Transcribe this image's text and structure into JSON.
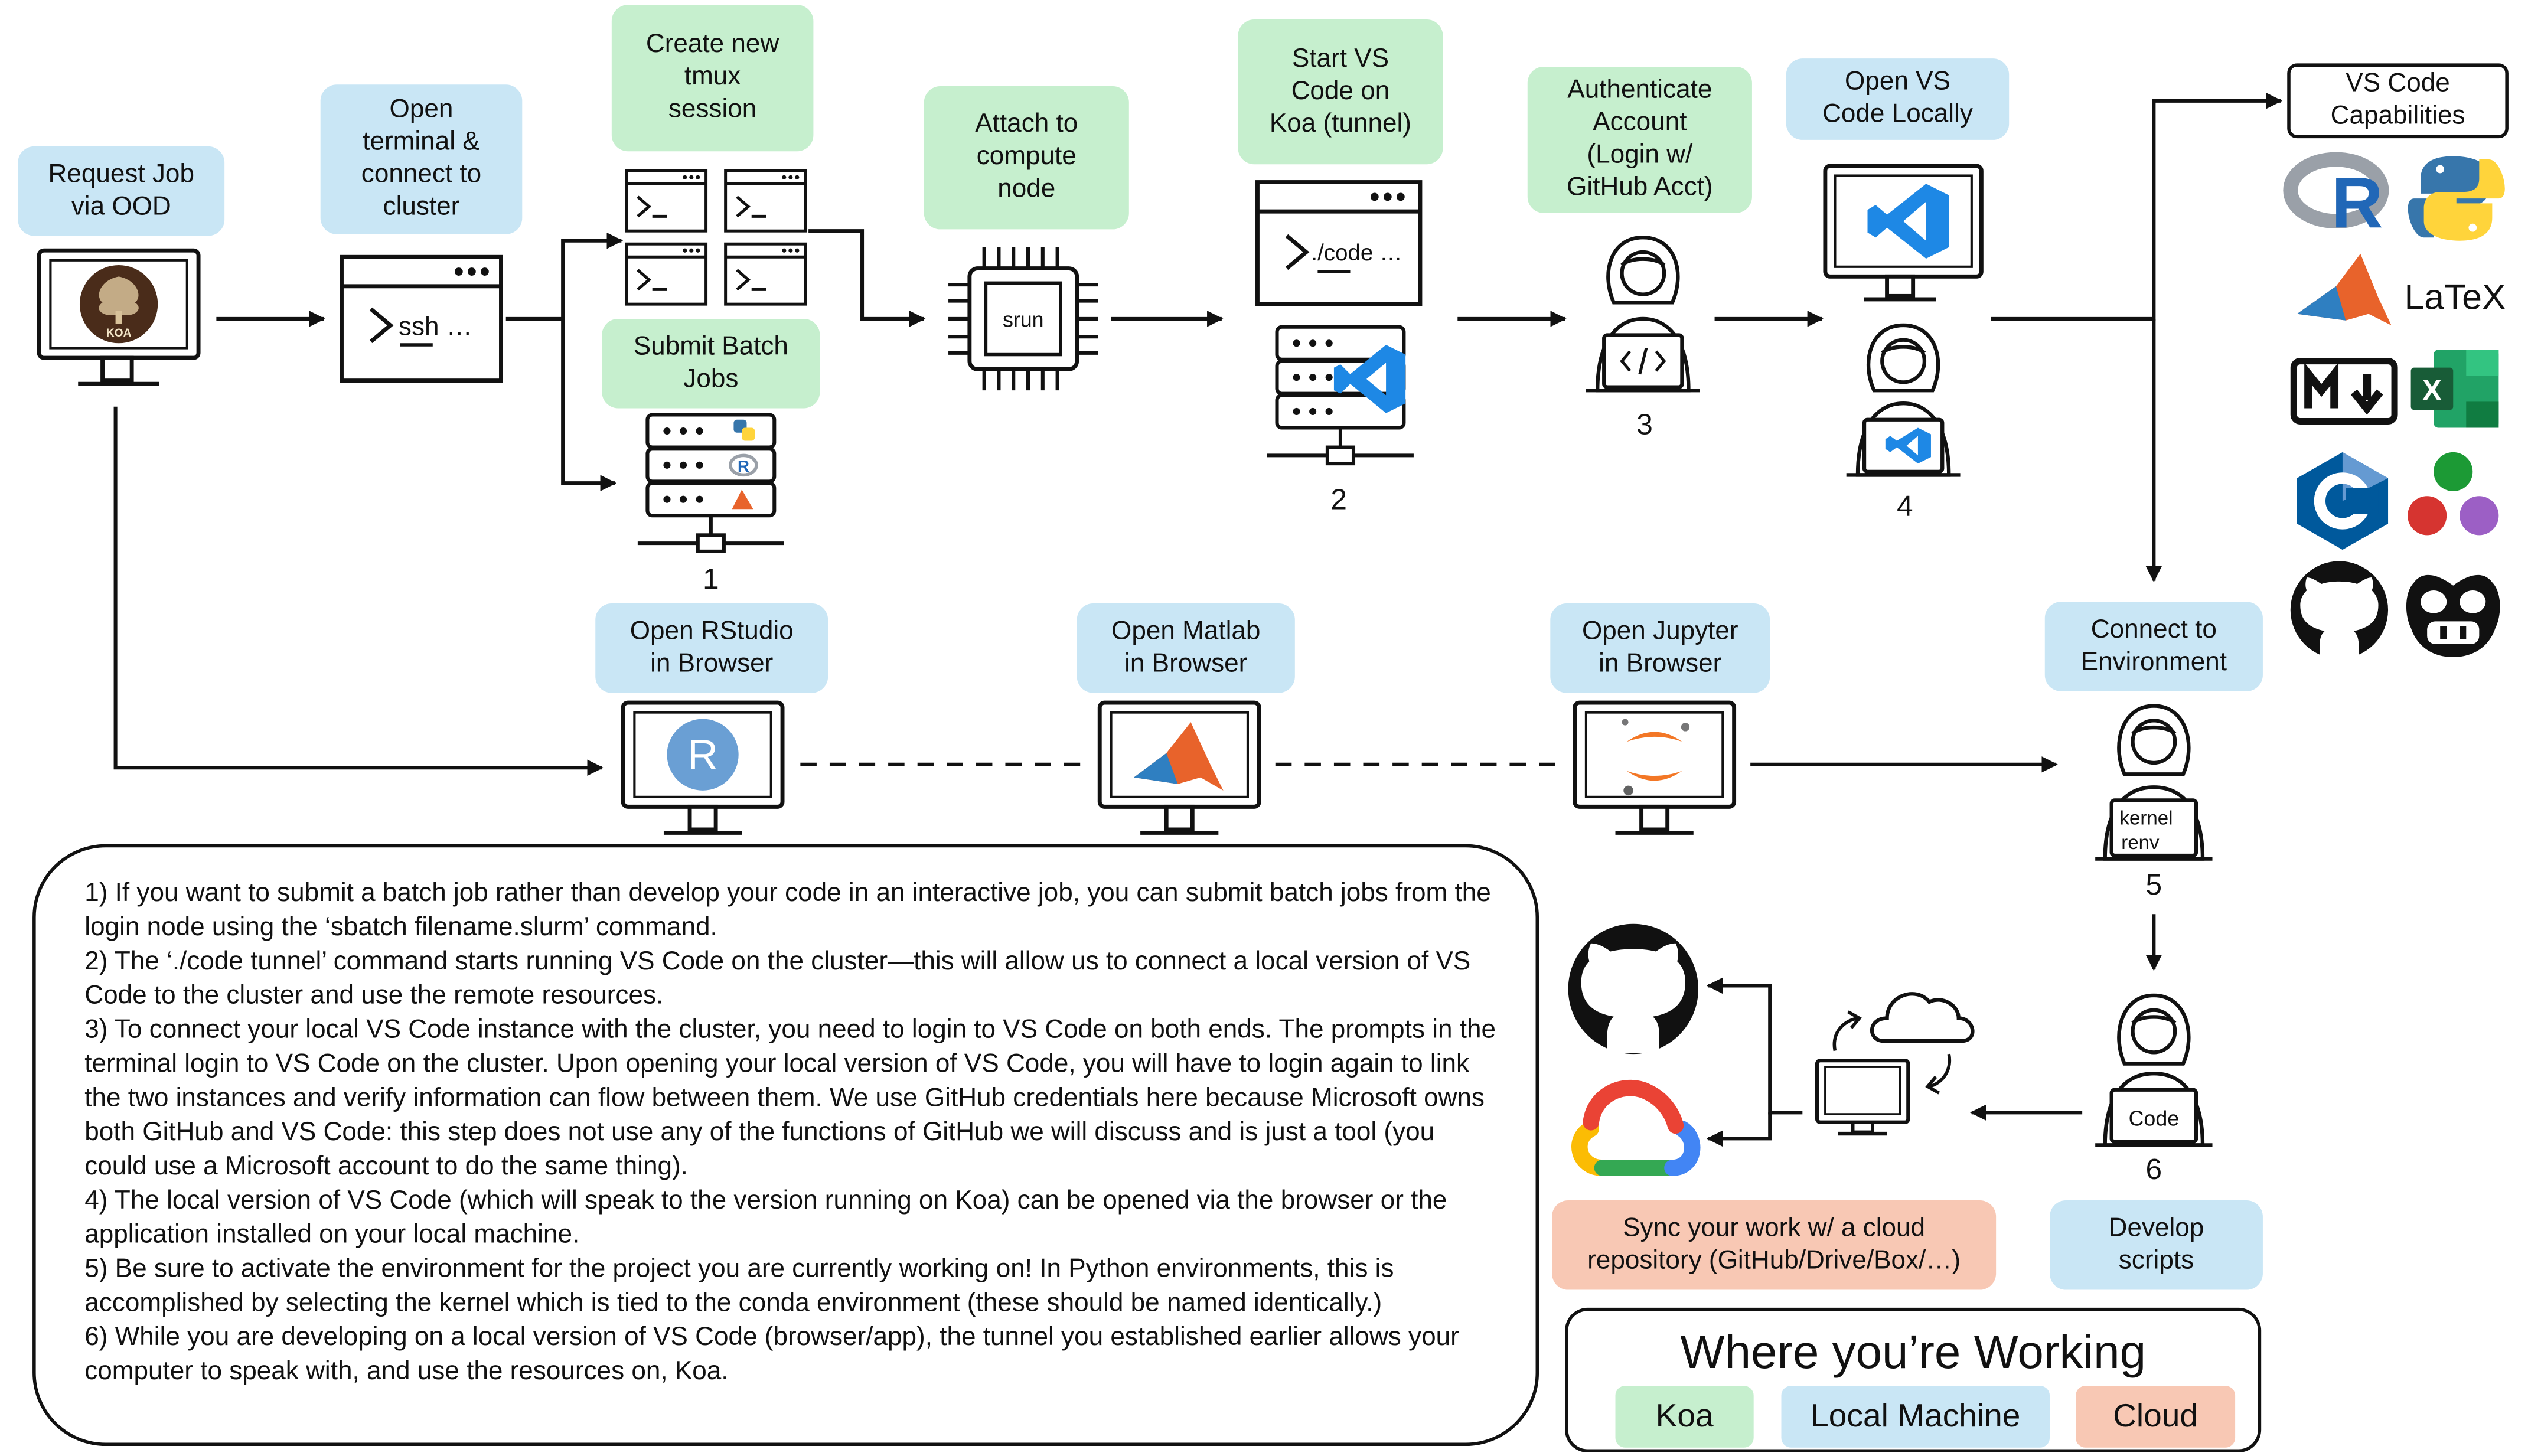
{
  "labels": {
    "request_job": "Request Job\nvia OOD",
    "open_terminal": "Open\nterminal &\nconnect to\ncluster",
    "create_tmux": "Create new\ntmux\nsession",
    "submit_batch": "Submit Batch\nJobs",
    "attach_node": "Attach to\ncompute\nnode",
    "start_vscode": "Start VS\nCode on\nKoa (tunnel)",
    "authenticate": "Authenticate\nAccount\n(Login w/\nGitHub Acct)",
    "open_vscode_local": "Open VS\nCode Locally",
    "vscode_capabilities": "VS Code\nCapabilities",
    "open_rstudio": "Open RStudio\nin Browser",
    "open_matlab": "Open Matlab\nin Browser",
    "open_jupyter": "Open Jupyter\nin Browser",
    "connect_env": "Connect to\nEnvironment",
    "develop_scripts": "Develop\nscripts",
    "sync_work": "Sync your work w/ a cloud\nrepository (GitHub/Drive/Box/…)"
  },
  "icon_text": {
    "ssh": "ssh …",
    "code_cmd": "./code …",
    "srun": "srun",
    "kernel": "kernel",
    "renv": "renv",
    "code": "Code",
    "koa_logo": "KOA",
    "latex": "LaTeX"
  },
  "step_numbers": {
    "batch": "1",
    "tunnel": "2",
    "auth": "3",
    "local": "4",
    "env": "5",
    "code": "6"
  },
  "notes": [
    "1) If you want to submit a batch job rather than develop your code in an interactive job, you can submit batch jobs from the login node using the ‘sbatch filename.slurm’ command.",
    "2) The ‘./code tunnel’ command starts running VS Code on the cluster—this will allow us to connect a local version of VS Code to the cluster and use the remote resources.",
    "3) To connect your local VS Code instance with the cluster, you need to login to VS Code on both ends. The prompts in the terminal login to VS Code on the cluster. Upon opening your local version of VS Code, you will have to login again to link the two instances and verify information can flow between them. We use GitHub credentials here because Microsoft owns both GitHub and VS Code: this step does not use any of the functions of GitHub we will discuss and is just a tool (you could use a Microsoft account to do the same thing).",
    "4) The local version of VS Code (which will speak to the version running on Koa) can be opened via the browser or the application installed on your local machine.",
    "5) Be sure to activate the environment for the project you are currently working on! In Python environments, this is accomplished by selecting the kernel which is tied to the conda environment (these should be named identically.)",
    "6) While you are developing on a local version of VS Code (browser/app), the tunnel you established earlier allows your computer to speak with, and use the resources on, Koa."
  ],
  "legend": {
    "title": "Where you’re Working",
    "koa": "Koa",
    "local": "Local Machine",
    "cloud": "Cloud"
  },
  "colors": {
    "koa": "#c6efce",
    "local": "#c9e6f5",
    "cloud": "#f8c8b4",
    "vscode_blue": "#1e88e5",
    "r_blue": "#6a9fd4",
    "matlab_orange": "#e8632b",
    "jupyter_orange": "#f37726"
  },
  "capability_icons": [
    "r-icon",
    "python-icon",
    "matlab-icon",
    "latex-icon",
    "markdown-icon",
    "excel-icon",
    "c-icon",
    "jupyter-dots-icon",
    "github-icon",
    "copilot-icon"
  ]
}
